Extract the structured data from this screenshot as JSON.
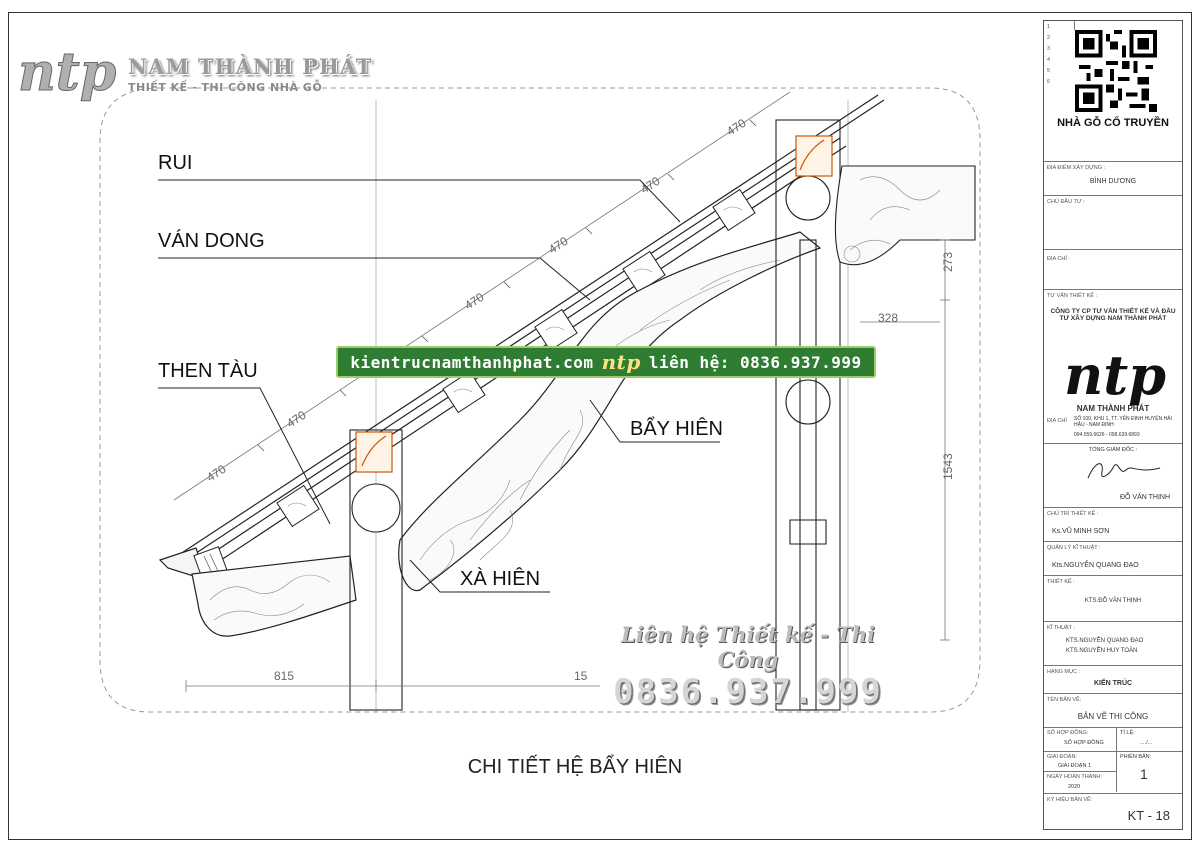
{
  "logo": {
    "brand": "NAM THÀNH PHÁT",
    "slogan": "THIẾT KẾ - THI CÔNG NHÀ GỖ"
  },
  "labels": {
    "rui": "RUI",
    "van_dong": "VÁN DONG",
    "then_tau": "THEN TÀU",
    "bay_hien": "BẨY HIÊN",
    "xa_hien": "XÀ HIÊN"
  },
  "dimensions": {
    "spacing_470": "470",
    "d_273": "273",
    "d_328": "328",
    "d_1543": "1543",
    "d_815": "815",
    "d_15": "15"
  },
  "banner": {
    "site": "kientrucnamthanhphat.com",
    "mini_logo": "ntp",
    "contact": "liên hệ: 0836.937.999"
  },
  "contact": {
    "title": "Liên hệ Thiết kế - Thi Công",
    "phone": "0836.937.999"
  },
  "caption": "CHI TIẾT HỆ BẨY HIÊN",
  "title_block": {
    "project": "NHÀ GỖ CỔ TRUYỀN",
    "location_label": "ĐỊA ĐIỂM XÂY DỰNG :",
    "location": "BÌNH DƯƠNG",
    "investor_label": "CHỦ ĐẦU TƯ :",
    "address_label": "ĐỊA CHỈ :",
    "consultant_label": "TƯ VẤN THIẾT KẾ :",
    "consultant": "CÔNG TY CP TƯ VẤN THIẾT KẾ VÀ ĐẦU TƯ XÂY DỰNG NAM THÀNH PHÁT",
    "big_logo": "ntp",
    "company": "NAM THÀNH PHÁT",
    "company_address_label": "ĐỊA CHỈ",
    "company_address": "SỐ 100, KHU 1, TT. YÊN ĐỊNH HUYỆN HẢI HẬU - NAM ĐỊNH",
    "company_phone": "094.559.6626 - 098.639.6893",
    "director_label": "TỔNG GIÁM ĐỐC :",
    "director": "ĐỖ VĂN THỊNH",
    "chief_designer_label": "CHỦ TRÌ THIẾT KẾ :",
    "chief_designer": "Ks.VŨ MINH SƠN",
    "tech_manager_label": "QUẢN LÝ KĨ THUẬT :",
    "tech_manager": "Kts.NGUYỄN QUANG ĐẠO",
    "design_label": "THIẾT KẾ :",
    "designer": "KTS.ĐỖ VĂN THỊNH",
    "tech_label": "KĨ THUẬT :",
    "tech_1": "KTS.NGUYỄN QUANG ĐẠO",
    "tech_2": "KTS.NGUYỄN HUY TOÀN",
    "category_label": "HẠNG MỤC :",
    "category": "KIẾN TRÚC",
    "drawing_name_label": "TÊN BẢN VẼ:",
    "drawing_name": "BẢN VẼ THI CÔNG",
    "contract_label": "SỐ HỢP ĐỒNG:",
    "contract": "SỐ HỢP ĐỒNG",
    "scale_label": "TỈ LỆ:",
    "scale": "..../...",
    "phase_label": "GIAI ĐOẠN:",
    "phase": "GIAI ĐOẠN 1",
    "version_label": "PHIÊN BẢN:",
    "version": "1",
    "date_label": "NGÀY HOÀN THÀNH:",
    "date": "2020",
    "code_label": "KÝ HIỆU BẢN VẼ:",
    "code": "KT - 18",
    "revisions": [
      "1",
      "2",
      "3",
      "4",
      "5",
      "6"
    ]
  },
  "colors": {
    "banner_bg": "#2e7d32",
    "timber_tag": "#d35400",
    "line": "#333333"
  }
}
